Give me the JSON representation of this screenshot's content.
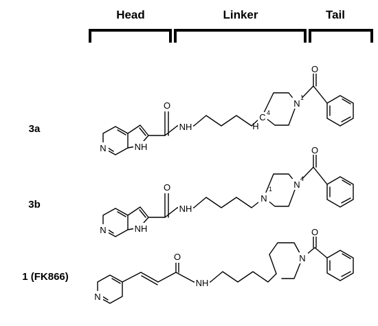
{
  "headers": {
    "head": "Head",
    "linker": "Linker",
    "tail": "Tail"
  },
  "compounds": {
    "c3a": {
      "label": "3a",
      "atoms": {
        "N_pyr": "N",
        "NH_ring": "NH",
        "O": "O",
        "NH_amide": "NH",
        "N_pip": "N",
        "sup_N": "1",
        "C_pip": "C",
        "sup_C": "4",
        "H": "H",
        "O_tail": "O"
      }
    },
    "c3b": {
      "label": "3b",
      "atoms": {
        "N_pyr": "N",
        "NH_ring": "NH",
        "O": "O",
        "NH_amide": "NH",
        "N_pip1": "N",
        "sup_N1": "1",
        "N_pip4": "N",
        "sup_N4": "4",
        "O_tail": "O"
      }
    },
    "c1": {
      "label": "1 (FK866)",
      "atoms": {
        "N_pyr": "N",
        "O": "O",
        "NH_amide": "NH",
        "N_pip": "N",
        "O_tail": "O"
      }
    }
  }
}
